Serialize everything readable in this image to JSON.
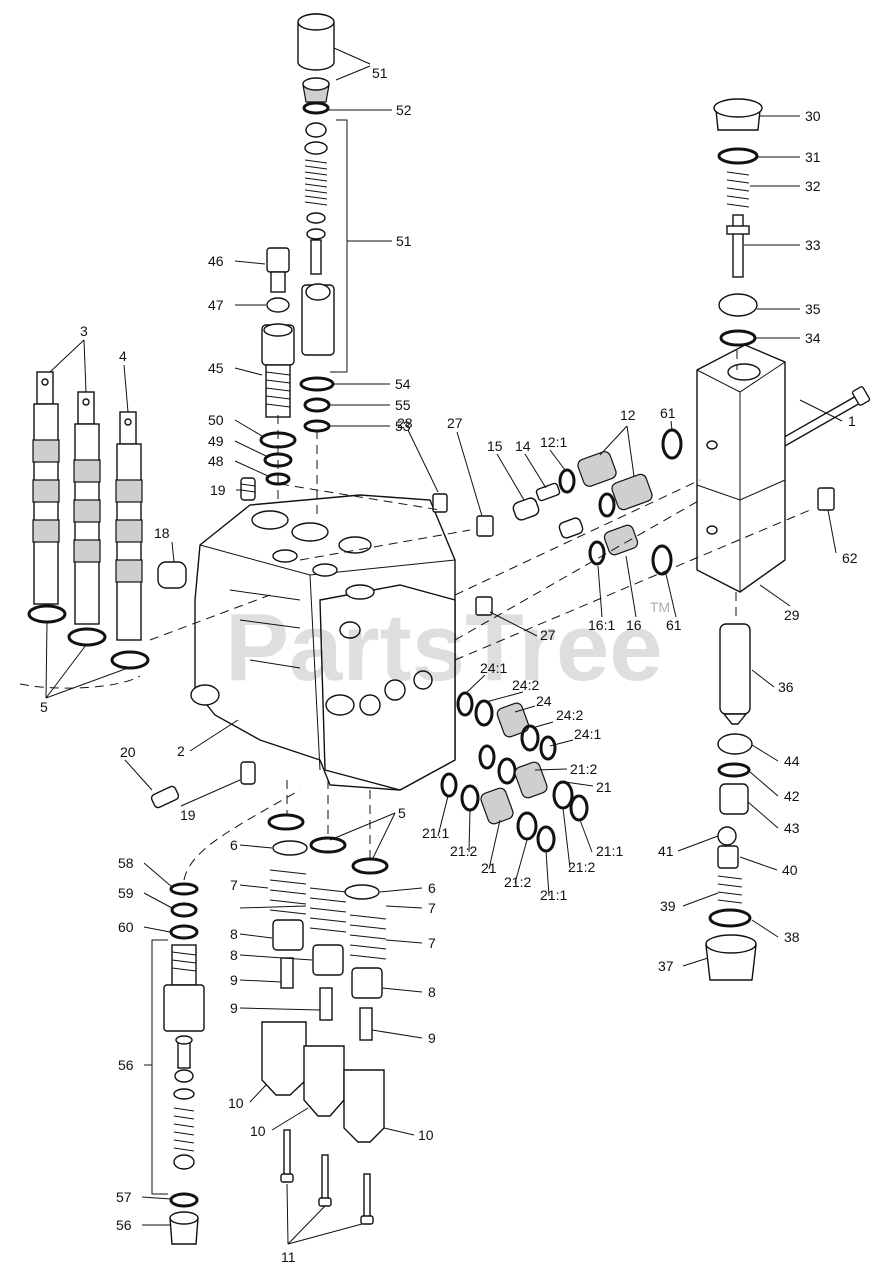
{
  "watermark": {
    "text": "PartsTree",
    "mark": "TM"
  },
  "callouts": [
    {
      "id": "51a",
      "text": "51"
    },
    {
      "id": "52",
      "text": "52"
    },
    {
      "id": "51b",
      "text": "51"
    },
    {
      "id": "30",
      "text": "30"
    },
    {
      "id": "31",
      "text": "31"
    },
    {
      "id": "32",
      "text": "32"
    },
    {
      "id": "33",
      "text": "33"
    },
    {
      "id": "35",
      "text": "35"
    },
    {
      "id": "34",
      "text": "34"
    },
    {
      "id": "46",
      "text": "46"
    },
    {
      "id": "47",
      "text": "47"
    },
    {
      "id": "45",
      "text": "45"
    },
    {
      "id": "54",
      "text": "54"
    },
    {
      "id": "55",
      "text": "55"
    },
    {
      "id": "53",
      "text": "53"
    },
    {
      "id": "3",
      "text": "3"
    },
    {
      "id": "4",
      "text": "4"
    },
    {
      "id": "50",
      "text": "50"
    },
    {
      "id": "49",
      "text": "49"
    },
    {
      "id": "48",
      "text": "48"
    },
    {
      "id": "19a",
      "text": "19"
    },
    {
      "id": "28",
      "text": "28"
    },
    {
      "id": "27a",
      "text": "27"
    },
    {
      "id": "15",
      "text": "15"
    },
    {
      "id": "14",
      "text": "14"
    },
    {
      "id": "12_1",
      "text": "12:1"
    },
    {
      "id": "12",
      "text": "12"
    },
    {
      "id": "61a",
      "text": "61"
    },
    {
      "id": "1",
      "text": "1"
    },
    {
      "id": "18",
      "text": "18"
    },
    {
      "id": "62",
      "text": "62"
    },
    {
      "id": "29",
      "text": "29"
    },
    {
      "id": "16_1",
      "text": "16:1"
    },
    {
      "id": "16",
      "text": "16"
    },
    {
      "id": "61b",
      "text": "61"
    },
    {
      "id": "27b",
      "text": "27"
    },
    {
      "id": "5a",
      "text": "5"
    },
    {
      "id": "24_1a",
      "text": "24:1"
    },
    {
      "id": "24_2a",
      "text": "24:2"
    },
    {
      "id": "24",
      "text": "24"
    },
    {
      "id": "24_2b",
      "text": "24:2"
    },
    {
      "id": "24_1b",
      "text": "24:1"
    },
    {
      "id": "36",
      "text": "36"
    },
    {
      "id": "2",
      "text": "2"
    },
    {
      "id": "20",
      "text": "20"
    },
    {
      "id": "19b",
      "text": "19"
    },
    {
      "id": "21_2a",
      "text": "21:2"
    },
    {
      "id": "21a",
      "text": "21"
    },
    {
      "id": "44",
      "text": "44"
    },
    {
      "id": "42",
      "text": "42"
    },
    {
      "id": "43",
      "text": "43"
    },
    {
      "id": "5b",
      "text": "5"
    },
    {
      "id": "21_1a",
      "text": "21:1"
    },
    {
      "id": "21_1b",
      "text": "21:1"
    },
    {
      "id": "6a",
      "text": "6"
    },
    {
      "id": "21_2b",
      "text": "21:2"
    },
    {
      "id": "21b",
      "text": "21"
    },
    {
      "id": "21_2c",
      "text": "21:2"
    },
    {
      "id": "21_2d",
      "text": "21:2"
    },
    {
      "id": "21_1c",
      "text": "21:1"
    },
    {
      "id": "41",
      "text": "41"
    },
    {
      "id": "40",
      "text": "40"
    },
    {
      "id": "58",
      "text": "58"
    },
    {
      "id": "7a",
      "text": "7"
    },
    {
      "id": "6b",
      "text": "6"
    },
    {
      "id": "59",
      "text": "59"
    },
    {
      "id": "7b",
      "text": "7"
    },
    {
      "id": "39",
      "text": "39"
    },
    {
      "id": "60",
      "text": "60"
    },
    {
      "id": "8a",
      "text": "8"
    },
    {
      "id": "7c",
      "text": "7"
    },
    {
      "id": "38",
      "text": "38"
    },
    {
      "id": "8b",
      "text": "8"
    },
    {
      "id": "37",
      "text": "37"
    },
    {
      "id": "9a",
      "text": "9"
    },
    {
      "id": "8c",
      "text": "8"
    },
    {
      "id": "9b",
      "text": "9"
    },
    {
      "id": "56a",
      "text": "56"
    },
    {
      "id": "9c",
      "text": "9"
    },
    {
      "id": "10a",
      "text": "10"
    },
    {
      "id": "10b",
      "text": "10"
    },
    {
      "id": "10c",
      "text": "10"
    },
    {
      "id": "57",
      "text": "57"
    },
    {
      "id": "56b",
      "text": "56"
    },
    {
      "id": "11",
      "text": "11"
    }
  ]
}
